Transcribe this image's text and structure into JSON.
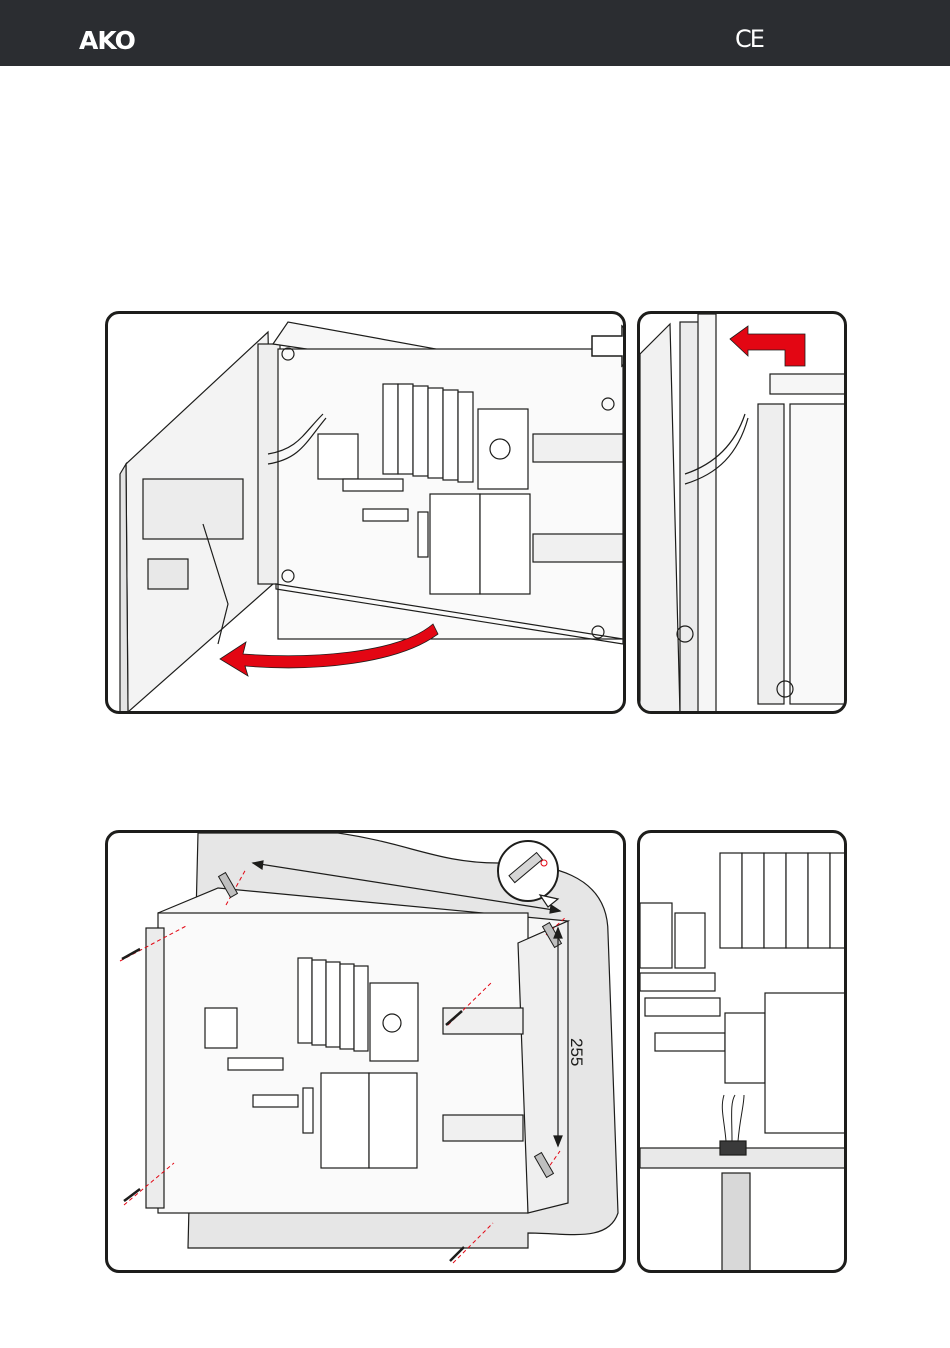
{
  "header": {
    "brand": "AKO",
    "certification_mark": "CE",
    "background_color": "#2b2d31"
  },
  "figures": {
    "open_cover": {
      "arrow_color": "#e30613"
    },
    "hinge_detail": {
      "arrow_color": "#e30613"
    },
    "wall_mounting": {
      "dimension_label": "255",
      "guide_line_color": "#e30613"
    },
    "cable_entry_detail": {}
  }
}
